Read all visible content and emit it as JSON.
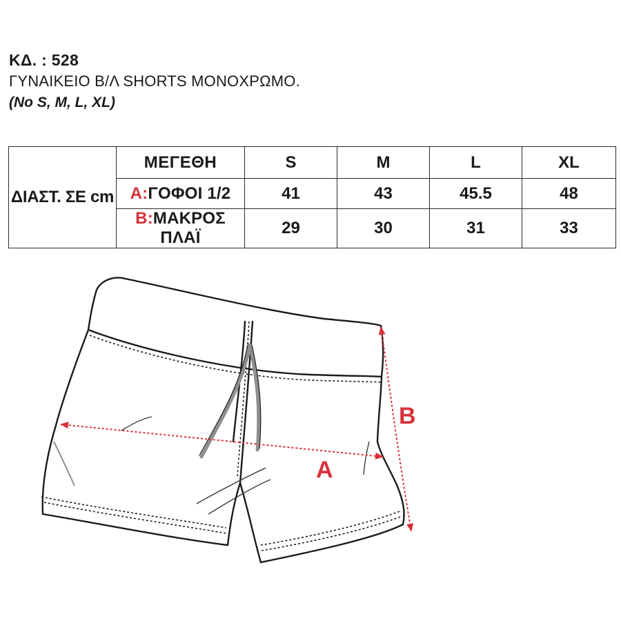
{
  "header": {
    "code": "ΚΔ. : 528",
    "description": "ΓΥΝΑΙΚΕΙΟ Β/Λ SHORTS ΜΟΝΟΧΡΩΜΟ.",
    "sizes_note": "(No S, M, L, XL)"
  },
  "table": {
    "dimension_label": "ΔΙΑΣΤ. ΣΕ cm",
    "title": "ΜΕΓΕΘΗ",
    "size_headers": [
      "S",
      "M",
      "L",
      "XL"
    ],
    "rows": [
      {
        "letter": "A:",
        "label": "ΓΟΦΟΙ 1/2",
        "values": [
          "41",
          "43",
          "45.5",
          "48"
        ]
      },
      {
        "letter": "B:",
        "label": "ΜΑΚΡΟΣ ΠΛΑΪ",
        "values": [
          "29",
          "30",
          "31",
          "33"
        ]
      }
    ]
  },
  "illustration": {
    "label_a": "A",
    "label_b": "B",
    "accent_color": "#d8313a",
    "outline_color": "#1a1a1a",
    "drawstring_color": "#8f8f8f"
  }
}
